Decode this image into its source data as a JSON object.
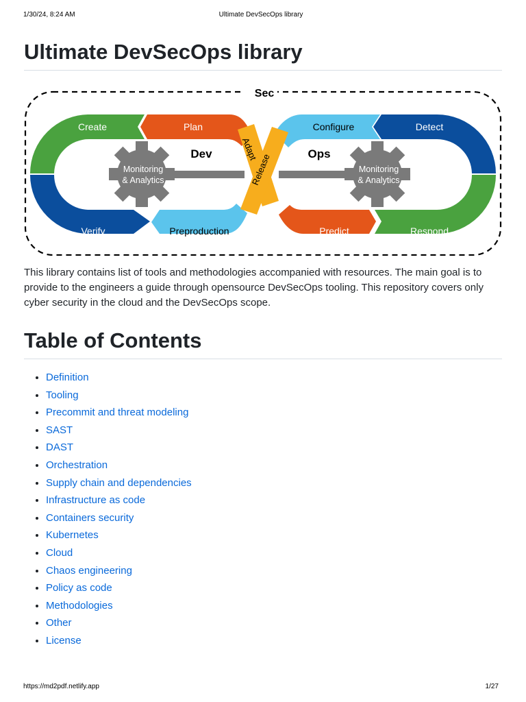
{
  "print": {
    "date": "1/30/24, 8:24 AM",
    "doc_title": "Ultimate DevSecOps library",
    "url": "https://md2pdf.netlify.app",
    "page_indicator": "1/27"
  },
  "page": {
    "title": "Ultimate DevSecOps library",
    "intro": "This library contains list of tools and methodologies accompanied with resources. The main goal is to provide to the engineers a guide through opensource DevSecOps tooling. This repository covers only cyber security in the cloud and the DevSecOps scope."
  },
  "diagram": {
    "sec_label": "Sec",
    "dev_label": "Dev",
    "ops_label": "Ops",
    "gear_left": [
      "Monitoring",
      "& Analytics"
    ],
    "gear_right": [
      "Monitoring",
      "& Analytics"
    ],
    "segments": {
      "create": "Create",
      "plan": "Plan",
      "adapt": "Adapt",
      "release": "Release",
      "configure": "Configure",
      "detect": "Detect",
      "verify": "Verify",
      "preproduction": "Preproduction",
      "predict": "Predict",
      "respond": "Respond"
    },
    "colors": {
      "green": "#4aa23f",
      "orange": "#e4561a",
      "yellow": "#f7ad1d",
      "light_blue": "#5bc4ec",
      "dark_blue": "#0b4e9d",
      "gear_gray": "#7a7a7a"
    }
  },
  "toc": {
    "heading": "Table of Contents",
    "items": [
      "Definition",
      "Tooling",
      "Precommit and threat modeling",
      "SAST",
      "DAST",
      "Orchestration",
      "Supply chain and dependencies",
      "Infrastructure as code",
      "Containers security",
      "Kubernetes",
      "Cloud",
      "Chaos engineering",
      "Policy as code",
      "Methodologies",
      "Other",
      "License"
    ]
  }
}
